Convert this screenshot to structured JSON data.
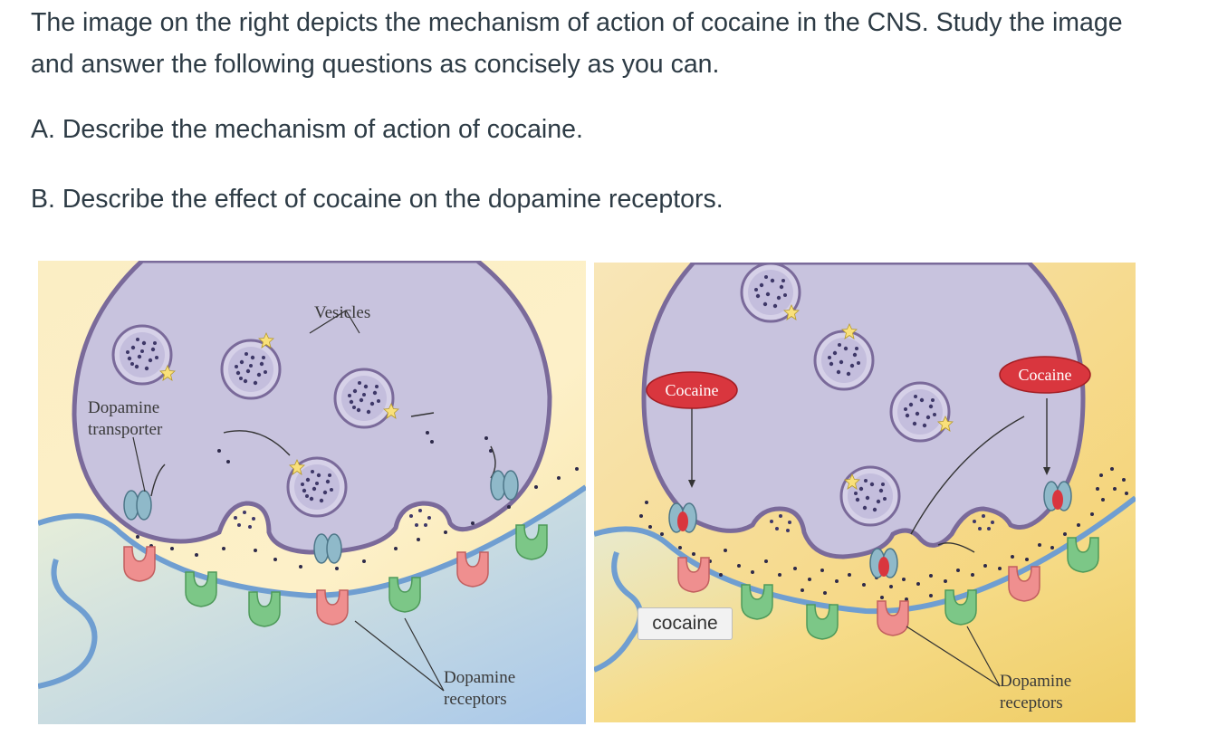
{
  "question": {
    "intro": "The image on the right depicts the mechanism of action of cocaine in the CNS. Study the image and answer the following questions as concisely as you can.",
    "part_a": "A. Describe the mechanism of action of cocaine.",
    "part_b": "B. Describe the effect of cocaine on the dopamine receptors."
  },
  "figure_left": {
    "vesicles_label": "Vesicles",
    "transporter_label_line1": "Dopamine",
    "transporter_label_line2": "transporter",
    "receptors_label_line1": "Dopamine",
    "receptors_label_line2": "receptors"
  },
  "figure_right": {
    "cocaine_label_1": "Cocaine",
    "cocaine_label_2": "Cocaine",
    "receptors_label_line1": "Dopamine",
    "receptors_label_line2": "receptors"
  },
  "tooltip": {
    "text": "cocaine"
  },
  "colors": {
    "terminal": "#c8c3de",
    "terminal_border": "#7a6a9a",
    "cleft": "#fbf3cf",
    "membrane": "#6f9ed1",
    "receptor_green": "#7cc787",
    "receptor_pink": "#ef8f8f",
    "cocaine_red": "#d9363e"
  }
}
